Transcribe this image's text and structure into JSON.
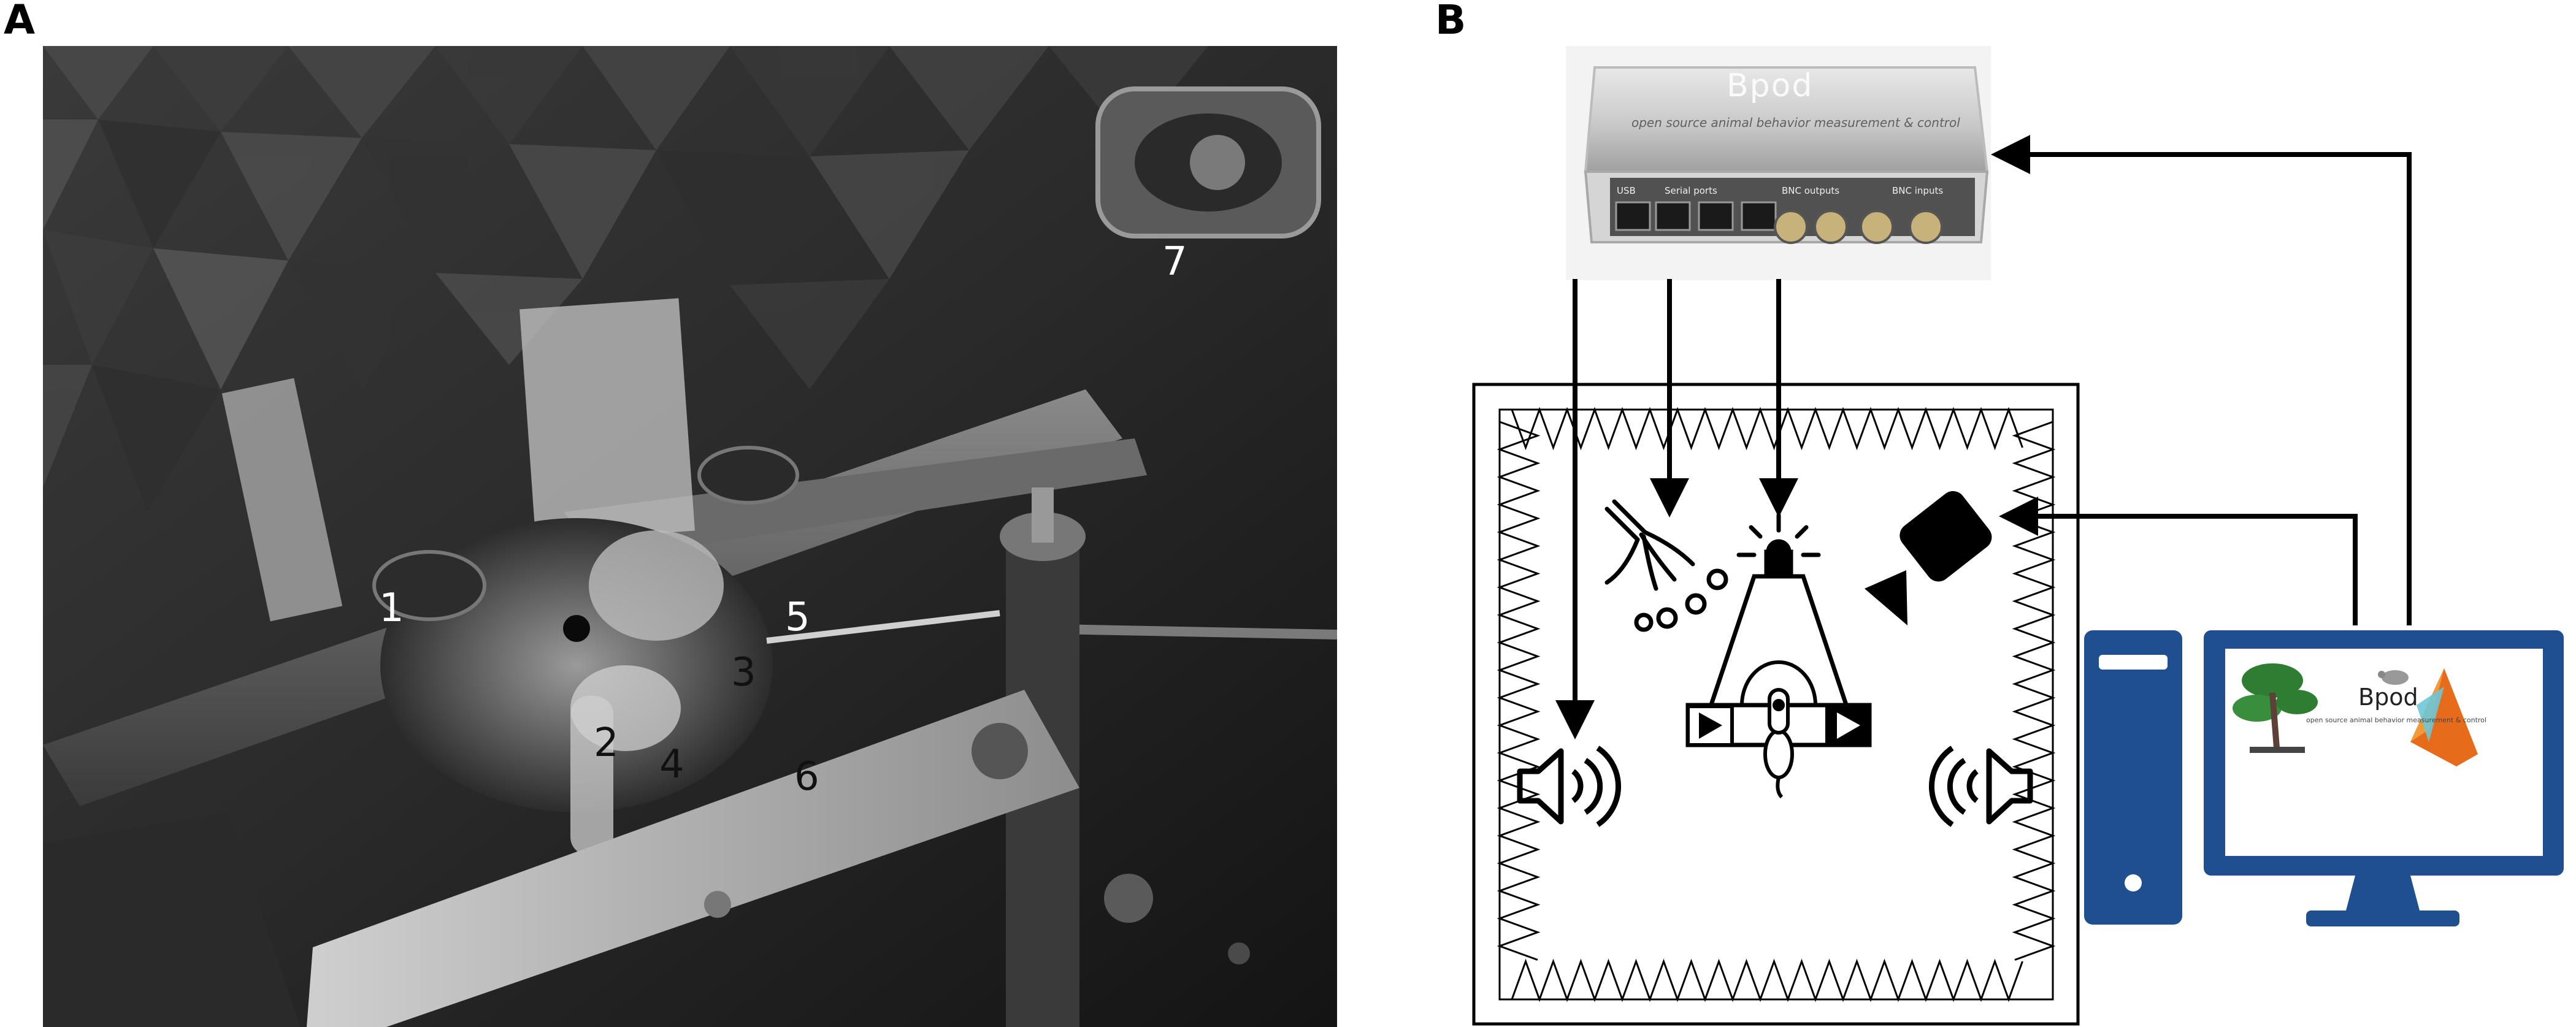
{
  "panels": {
    "a_label": "A",
    "b_label": "B"
  },
  "photo": {
    "numbers": [
      "1",
      "2",
      "3",
      "4",
      "5",
      "6",
      "7"
    ]
  },
  "bpod": {
    "title": "Bpod",
    "subtitle": "open source animal behavior measurement & control",
    "ports": [
      "USB",
      "Serial ports",
      "BNC outputs",
      "BNC inputs"
    ]
  },
  "monitor": {
    "logo_text": "Bpod",
    "subtitle": "open source animal behavior measurement & control"
  },
  "colors": {
    "computer_blue": "#1f4f8f",
    "line": "#000000"
  },
  "icons": [
    "air-puff-icon",
    "alarm-light-icon",
    "camera-icon",
    "speaker-left-icon",
    "speaker-right-icon",
    "mouse-icon",
    "tree-logo-icon",
    "matlab-logo-icon"
  ]
}
